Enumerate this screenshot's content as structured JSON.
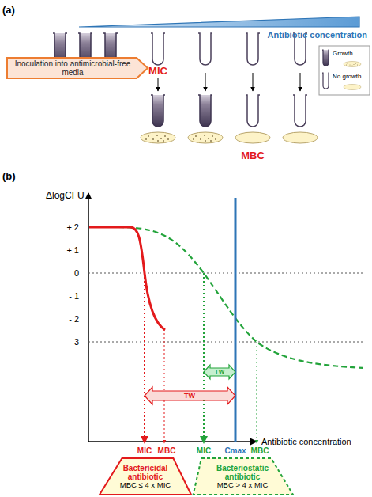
{
  "diagram": {
    "nodes": [
      {
        "text": [
          "Inoculation into antimicrobial-free media"
        ]
      },
      {
        "text": [
          "Bactericidal antibiotic",
          "MBC ≤ 4 x MIC"
        ]
      },
      {
        "text": [
          "Bacteriostatic antibiotic",
          "MBC > 4 x MIC"
        ]
      }
    ],
    "labels": [
      "(a)",
      "Antibiotic concentration",
      "MIC",
      "MBC",
      "(b)",
      "ΔlogCFU",
      "+ 2",
      "+ 1",
      "0",
      "- 1",
      "- 2",
      "- 3",
      "Antibiotic concentration",
      "TW",
      "TW",
      "MIC",
      "MBC",
      "MIC",
      "Cmax",
      "MBC"
    ],
    "legend": [
      {
        "text": "Growth"
      },
      {
        "text": "No growth"
      }
    ]
  }
}
